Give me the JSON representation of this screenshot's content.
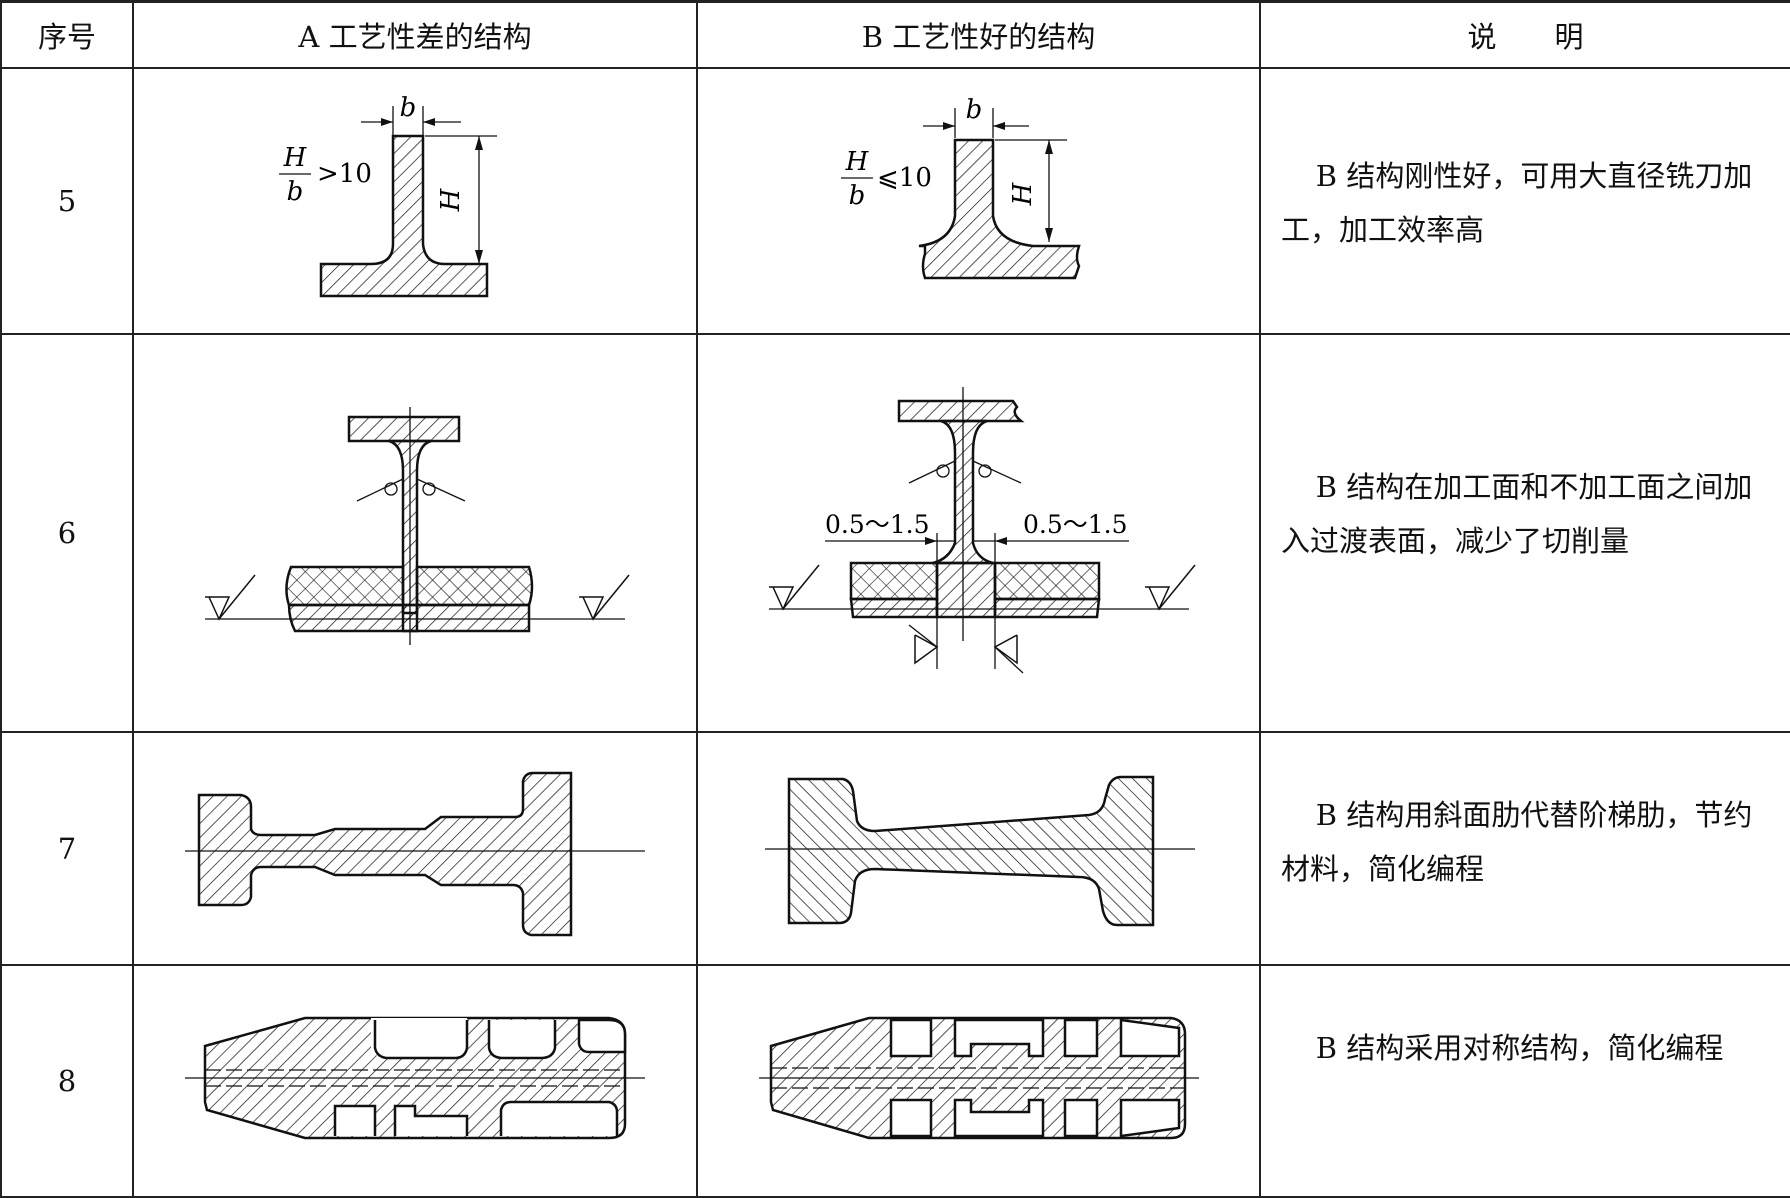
{
  "header": {
    "col_index": "序号",
    "col_a": "A 工艺性差的结构",
    "col_b": "B 工艺性好的结构",
    "col_desc": "说　　明"
  },
  "rows": [
    {
      "index": "5",
      "a_labels": {
        "b": "b",
        "H": "H",
        "ratio_num": "H",
        "ratio_den": "b",
        "cond": ">10"
      },
      "b_labels": {
        "b": "b",
        "H": "H",
        "ratio_num": "H",
        "ratio_den": "b",
        "cond": "⩽10"
      },
      "desc": "B 结构刚性好，可用大直径铣刀加工，加工效率高"
    },
    {
      "index": "6",
      "b_labels": {
        "left_dim": "0.5～1.5",
        "right_dim": "0.5～1.5"
      },
      "desc": "B 结构在加工面和不加工面之间加入过渡表面，减少了切削量"
    },
    {
      "index": "7",
      "desc": "B 结构用斜面肋代替阶梯肋，节约材料，简化编程"
    },
    {
      "index": "8",
      "desc": "B 结构采用对称结构，简化编程"
    }
  ],
  "colors": {
    "line": "#111111",
    "background": "#ffffff"
  }
}
